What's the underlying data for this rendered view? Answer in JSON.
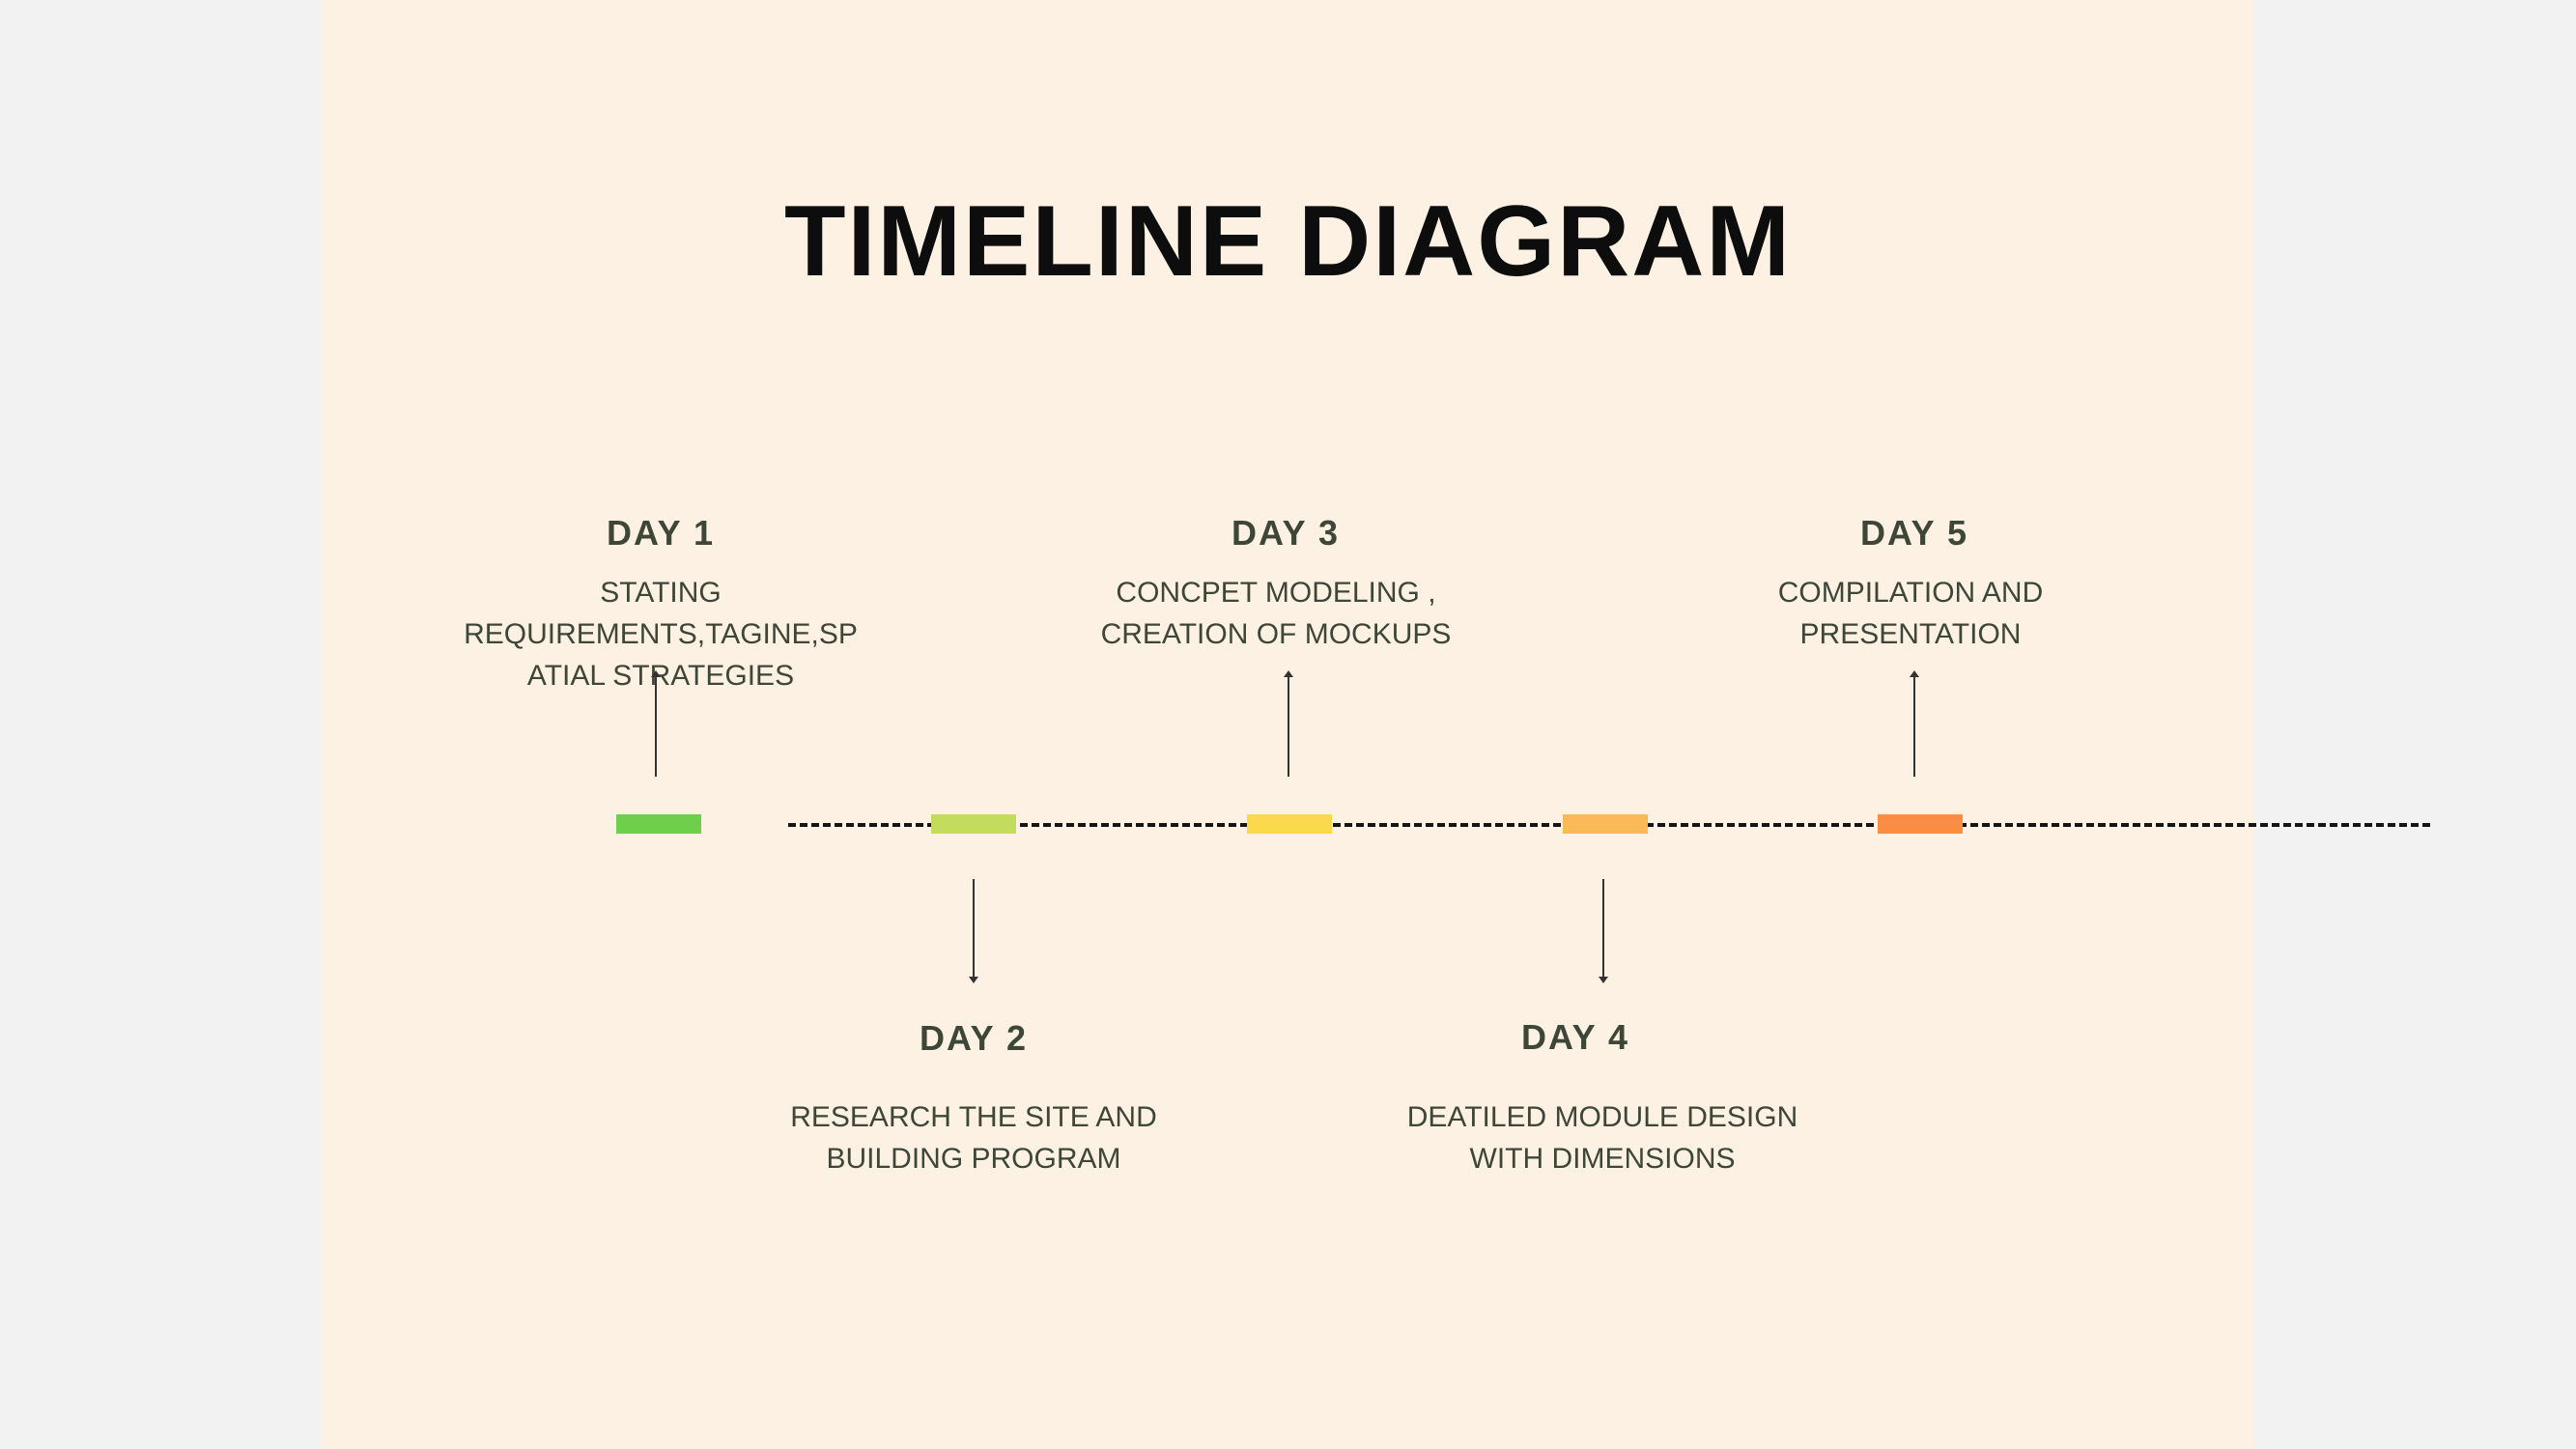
{
  "title": "TIMELINE DIAGRAM",
  "colors": {
    "background": "#fdf1e4",
    "outer_background": "#f2f2f2",
    "text": "#3e4638",
    "line": "#151515"
  },
  "events": [
    {
      "label": "DAY 1",
      "lines": [
        "STATING",
        "REQUIREMENTS,TAGINE,SP",
        "ATIAL STRATEGIES"
      ],
      "color": "#6fce4b",
      "side": "above"
    },
    {
      "label": "DAY 2",
      "lines": [
        "RESEARCH THE SITE AND",
        "BUILDING PROGRAM"
      ],
      "color": "#c4dc5e",
      "side": "below"
    },
    {
      "label": "DAY 3",
      "lines": [
        "CONCPET MODELING ,",
        "CREATION OF MOCKUPS"
      ],
      "color": "#fad94f",
      "side": "above"
    },
    {
      "label": "DAY 4",
      "lines": [
        "DEATILED MODULE DESIGN",
        "WITH DIMENSIONS"
      ],
      "color": "#fbb95a",
      "side": "below"
    },
    {
      "label": "DAY 5",
      "lines": [
        "COMPILATION AND",
        "PRESENTATION"
      ],
      "color": "#f98d46",
      "side": "above"
    }
  ]
}
